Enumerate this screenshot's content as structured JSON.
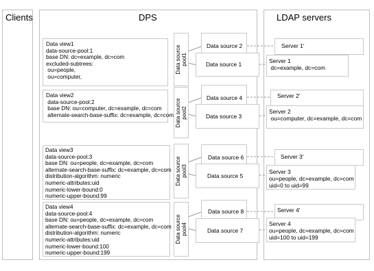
{
  "headers": {
    "clients": "Clients",
    "dps": "DPS",
    "ldap": "LDAP servers"
  },
  "data_views": [
    {
      "title": "Data view1",
      "lines": [
        "data-source-pool:1",
        "base DN: dc=example, dc=com",
        "excluded-subtrees:",
        " ou=people,",
        " ou=computer,"
      ]
    },
    {
      "title": "Data view2",
      "lines": [
        " data-source-pool:2",
        " base DN: ou=computer, dc=example, dc=com",
        " alternate-search-base-suffix: dc=example, dc=com"
      ]
    },
    {
      "title": "Data view3",
      "lines": [
        "data-source-pool:3",
        "base DN: ou=people, dc=example, dc=com",
        "alternate-search-base-suffix: dc=example, dc=com",
        "distribution-algorithm: numeric",
        "numeric-attributes:uid",
        "numeric-lower-bound:0",
        "numeric-upper-bound:99"
      ]
    },
    {
      "title": "Data view4",
      "lines": [
        "data-source-pool:4",
        "base DN: ou=people, dc=example, dc=com",
        "alternate-search-base-suffix: dc=example, dc=com",
        "distribution-algorithm: numeric",
        "numeric-attributes:uid",
        "numeric-lower-bound:100",
        "numeric-upper-bound:199"
      ]
    }
  ],
  "pools": [
    {
      "line1": "Data source",
      "line2": "pool1"
    },
    {
      "line1": "Data source",
      "line2": "pool2"
    },
    {
      "line1": "Data source",
      "line2": "pool3"
    },
    {
      "line1": "Data source",
      "line2": "pool4"
    }
  ],
  "data_sources": [
    "Data source 1",
    "Data source 2",
    "Data source 3",
    "Data source 4",
    "Data source 5",
    "Data source 6",
    "Data source 7",
    "Data source 8"
  ],
  "servers": [
    {
      "replica": "Server 1'",
      "name": "Server 1",
      "lines": [
        " dc=example, dc=com"
      ]
    },
    {
      "replica": "Server 2'",
      "name": "Server 2",
      "lines": [
        " ou=computer, dc=example, dc=com"
      ]
    },
    {
      "replica": "Server 3'",
      "name": "Server 3",
      "lines": [
        "ou=people, dc=example, dc=com",
        "uid=0 to uid=99"
      ]
    },
    {
      "replica": "Server 4'",
      "name": "Server 4",
      "lines": [
        "ou=people, dc=example, dc=com",
        "uid=100 to uid=199"
      ]
    }
  ]
}
